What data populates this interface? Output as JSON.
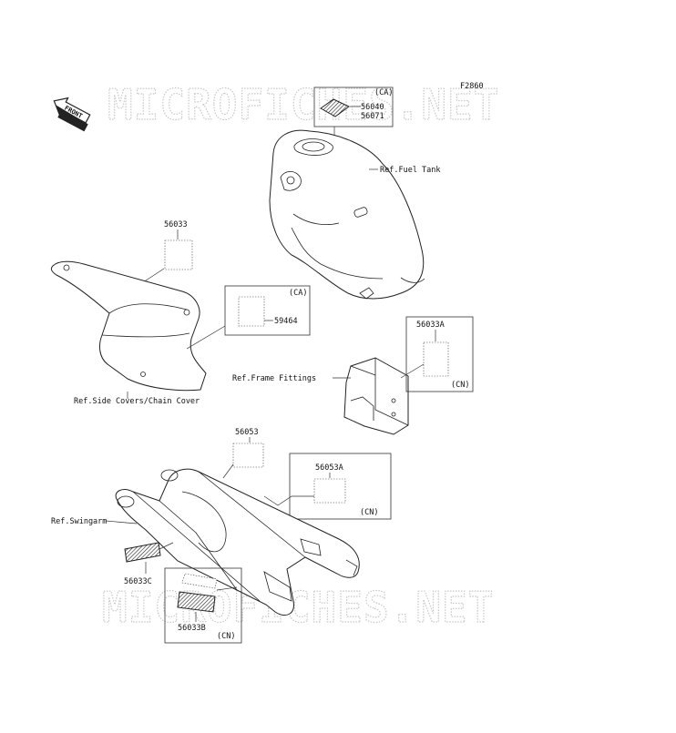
{
  "figure_code": "F2860",
  "watermark": "MICROFICHES.NET",
  "front_arrow": "FRONT",
  "refs": {
    "fuel_tank": "Ref.Fuel Tank",
    "side_covers": "Ref.Side Covers/Chain Cover",
    "frame_fittings": "Ref.Frame Fittings",
    "swingarm": "Ref.Swingarm"
  },
  "parts": {
    "p56040": "56040",
    "p56071": "56071",
    "p56033": "56033",
    "p59464": "59464",
    "p56033A": "56033A",
    "p56053": "56053",
    "p56053A": "56053A",
    "p56033C": "56033C",
    "p56033B": "56033B"
  },
  "region_codes": {
    "tank_box": "(CA)",
    "side_box": "(CA)",
    "frame_box": "(CN)",
    "swing_box": "(CN)",
    "bottom_box": "(CN)"
  }
}
